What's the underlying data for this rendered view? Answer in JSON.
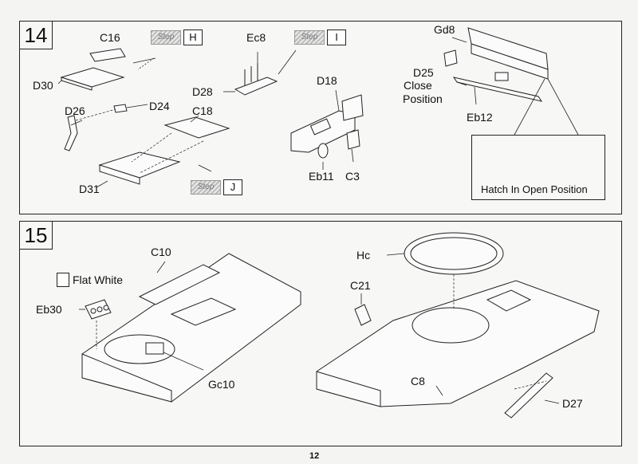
{
  "step14": {
    "number": "14",
    "labels": {
      "c16": "C16",
      "d30": "D30",
      "ec8": "Ec8",
      "d28": "D28",
      "d18": "D18",
      "gd8": "Gd8",
      "d25": "D25",
      "close": "Close",
      "position": "Position",
      "eb12": "Eb12",
      "d26": "D26",
      "d24": "D24",
      "c18": "C18",
      "d31": "D31",
      "eb11": "Eb11",
      "c3": "C3"
    },
    "step_refs": {
      "h": "H",
      "i": "I",
      "j": "J",
      "tag_text": "Step"
    },
    "inset_caption": "Hatch In Open Position"
  },
  "step15": {
    "number": "15",
    "labels": {
      "c10": "C10",
      "eb30": "Eb30",
      "gc10": "Gc10",
      "hc": "Hc",
      "c21": "C21",
      "c8": "C8",
      "d27": "D27"
    },
    "paint_callout": "Flat White"
  },
  "page_number": "12"
}
